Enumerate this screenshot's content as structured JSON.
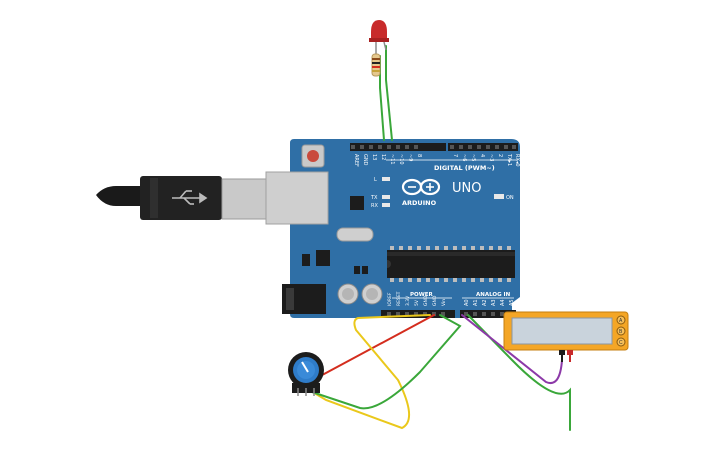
{
  "board": {
    "name": "UNO",
    "brand": "ARDUINO",
    "digital_header": "DIGITAL (PWM~)",
    "power_header": "POWER",
    "analog_header": "ANALOG IN",
    "on_label": "ON",
    "led_l": "L",
    "tx": "TX",
    "rx": "RX",
    "top_pins": [
      "AREF",
      "GND",
      "13",
      "12",
      "~11",
      "~10",
      "~9",
      "8",
      "7",
      "~6",
      "~5",
      "4",
      "~3",
      "2",
      "TX▸1",
      "RX◂0"
    ],
    "power_pins": [
      "IOREF",
      "RESET",
      "3.3V",
      "5V",
      "GND",
      "GND",
      "Vin"
    ],
    "analog_pins": [
      "A0",
      "A1",
      "A2",
      "A3",
      "A4",
      "A5"
    ]
  },
  "lcd": {
    "pins": [
      "A",
      "B",
      "C"
    ]
  },
  "colors": {
    "board": "#2f6fa6",
    "board_dark": "#24578a",
    "wire_red": "#d42d1e",
    "wire_yellow": "#eac81b",
    "wire_green": "#3aa73a",
    "wire_purple": "#8c39a8",
    "lcd_frame": "#f4a626",
    "lcd_screen": "#c9d3dc"
  }
}
